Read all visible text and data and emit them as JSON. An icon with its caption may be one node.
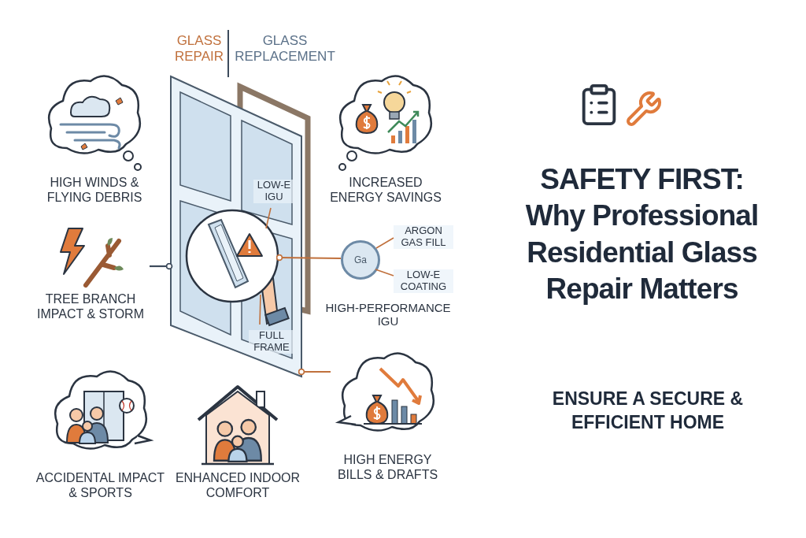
{
  "diagram": {
    "title": "SAFETY FIRST: Why Professional Residential Glass Repair Matters",
    "nodes": [
      {
        "text": [
          "HIGH WINDS & FLYING DEBRIS"
        ]
      },
      {
        "text": [
          "INCREASED ENERGY SAVINGS"
        ]
      },
      {
        "text": [],
        "shape": "picture"
      },
      {
        "text": [],
        "shape": "circle",
        "in": 2
      },
      {
        "text": [
          "LOW-E IGU"
        ],
        "in": 2
      },
      {
        "text": [
          "FULL FRAME"
        ],
        "in": 2
      },
      {
        "text": [
          "TREE BRANCH IMPACT & STORM"
        ]
      },
      {
        "text": [
          "Ga"
        ]
      },
      {
        "text": [
          "ARGON GAS FILL"
        ]
      },
      {
        "text": [
          "LOW-E COATING"
        ]
      },
      {
        "text": [
          "ACCIDENTAL IMPACT & SPORTS"
        ]
      },
      {
        "text": [
          "ENHANCED INDOOR COMFORT"
        ]
      },
      {
        "text": [
          "HIGH ENERGY BILLS & DRAFTS"
        ]
      }
    ],
    "edges": [
      {
        "from": 2,
        "to": 6,
        "arrow": "other",
        "color": "#3d4b5c"
      },
      {
        "from": 3,
        "to": 7,
        "arrow": "other"
      },
      {
        "from": 2,
        "to": 12,
        "arrow": "other"
      },
      {
        "from": 4,
        "to": 3,
        "arrow": "none"
      },
      {
        "from": 5,
        "to": 3,
        "arrow": "none"
      },
      {
        "from": 8,
        "to": 7,
        "arrow": "none"
      },
      {
        "from": 9,
        "to": 7,
        "arrow": "none"
      }
    ],
    "labels": [
      "GLASS REPAIR",
      "GLASS REPLACEMENT",
      "HIGH-PERFORMANCE IGU",
      "ENSURE A SECURE & EFFICIENT HOME"
    ]
  }
}
